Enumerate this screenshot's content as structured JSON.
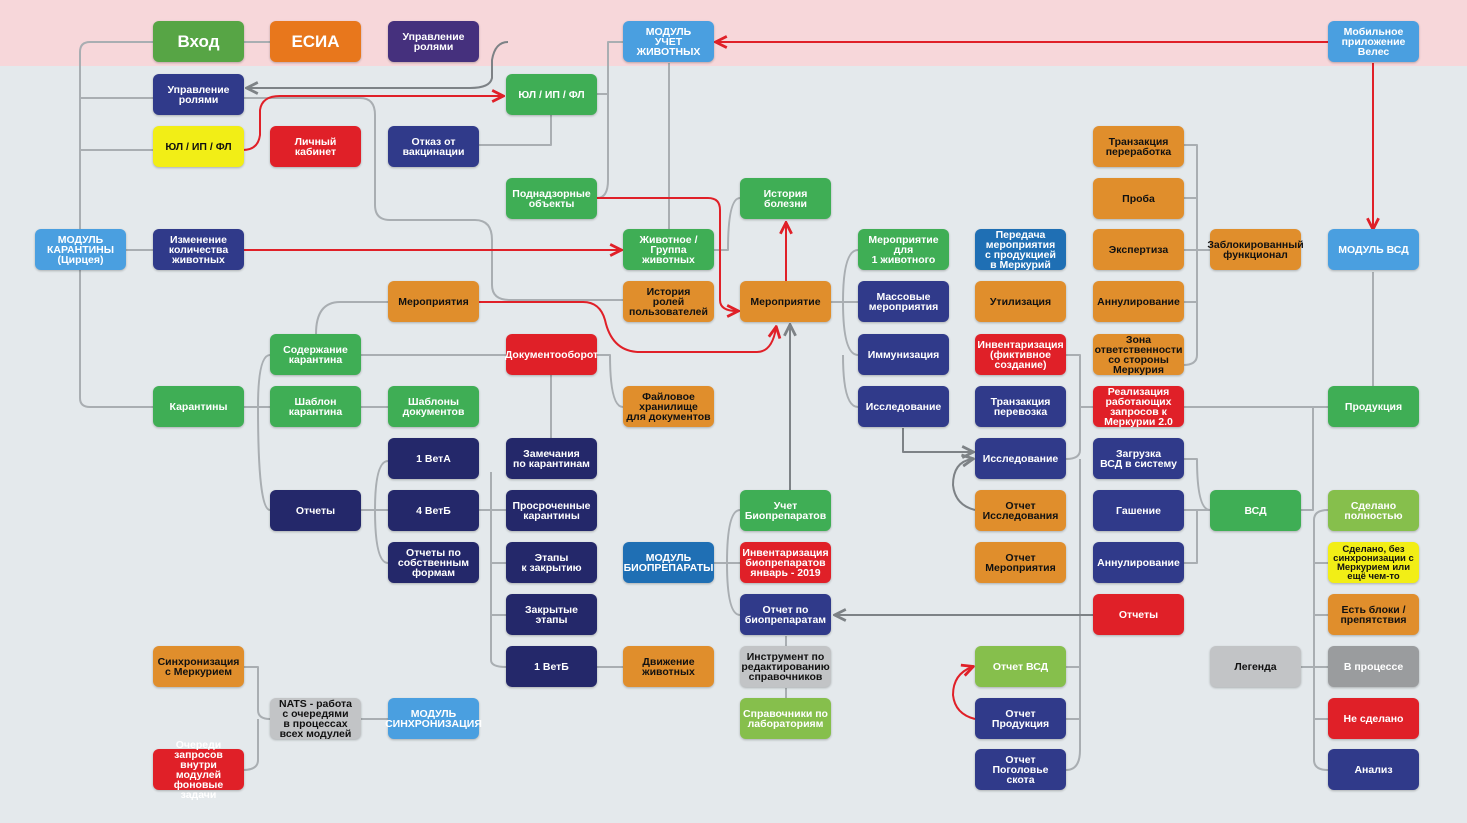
{
  "colors": {
    "green": "#3fae55",
    "orange": "#e08e2c",
    "navy": "#303a8a",
    "blue": "#4a9fe0",
    "dark_navy": "#24286a",
    "mid_blue": "#1f6fb4",
    "red": "#e02028",
    "yellow": "#f2ee16",
    "light_green": "#86bf4c",
    "gray": "#9a9c9e",
    "light_gray": "#c2c4c6",
    "lead_green": "#57a545",
    "purple": "#45307d",
    "edge_gray": "#a9aeb2",
    "edge_red": "#e02028"
  },
  "nodes": {
    "vhod": "Вход",
    "esia": "ЕСИА",
    "upravlenie_rolyami_top": "Управление\nролями",
    "modul_uchet_zhivotnyh": "МОДУЛЬ\nУЧЕТ\nЖИВОТНЫХ",
    "mobilnoe_prilozhenie": "Мобильное\nприложение\nВелес",
    "upravlenie_rolyami": "Управление\nролями",
    "yul_ip_fl_green": "ЮЛ / ИП / ФЛ",
    "yul_ip_fl_yellow": "ЮЛ / ИП / ФЛ",
    "lichny_kabinet": "Личный кабинет",
    "otkaz_ot_vakcinacii": "Отказ от\nвакцинации",
    "podnadzornye_obekty": "Поднадзорные\nобъекты",
    "istoriya_bolezni": "История\nболезни",
    "tranzakciya_pererabotka": "Транзакция\nпереработка",
    "proba": "Проба",
    "modul_karantiny": "МОДУЛЬ\nКАРАНТИНЫ\n(Цирцея)",
    "izmenenie_kolichestva": "Изменение\nколичества\nживотных",
    "zhivotnoe_gruppa": "Животное /\nГруппа\nживотных",
    "meropriyatie_dlya_1": "Мероприятие\nдля\n1 животного",
    "peredacha_meropriyatiya": "Передача\nмероприятия\nс продукцией\nв Меркурий",
    "ekspertiza": "Экспертиза",
    "zablokirovanny_funkcional": "Заблокированный\nфункционал",
    "modul_vsd": "МОДУЛЬ ВСД",
    "meropriyatiya": "Мероприятия",
    "istoriya_roley": "История\nролей\nпользователей",
    "meropriyatie": "Мероприятие",
    "massovye_meropriyatiya": "Массовые\nмероприятия",
    "utilizaciya": "Утилизация",
    "annulirovanie_top": "Аннулирование",
    "soderzhanie_karantina": "Содержание\nкарантина",
    "dokumentooborot": "Документооборот",
    "immunizaciya": "Иммунизация",
    "inventarizaciya_fiktivnoe": "Инвентаризация\n(фиктивное\nсоздание)",
    "zona_otvetstvennosti": "Зона\nответственности\nсо стороны\nМеркурия",
    "karantiny": "Карантины",
    "shablon_karantina": "Шаблон\nкарантина",
    "shablony_dokumentov": "Шаблоны\nдокументов",
    "faylovoe_hranilische": "Файловое\nхранилище\nдля документов",
    "issledovanie_left": "Исследование",
    "tranzakciya_perevozka": "Транзакция\nперевозка",
    "realizaciya_zaprosov": "Реализация\nработающих\nзапросов к\nМеркурии 2.0",
    "produkciya": "Продукция",
    "vet_1a": "1 ВетА",
    "zamechaniya_po_karantinam": "Замечания\nпо карантинам",
    "issledovanie_right": "Исследование",
    "zagruzka_vsd": "Загрузка\nВСД в систему",
    "otchety_left": "Отчеты",
    "vet_4b": "4 ВетБ",
    "prosrochennye_karantiny": "Просроченные\nкарантины",
    "uchet_biopreparatov": "Учет\nБиопрепаратов",
    "otchet_issledovaniya": "Отчет\nИсследования",
    "gashenie": "Гашение",
    "vsd": "ВСД",
    "sdelano_polnostyu": "Сделано\nполностью",
    "otchety_po_formam": "Отчеты по\nсобственным\nформам",
    "etapy_k_zakrytiyu": "Этапы\nк закрытию",
    "modul_biopreparaty": "МОДУЛЬ\nБИОПРЕПАРАТЫ",
    "inventarizaciya_biopreparatov": "Инвентаризация\nбиопрепаратов\nянварь - 2019",
    "otchet_meropriyatiya": "Отчет\nМероприятия",
    "annulirovanie_bottom": "Аннулирование",
    "sdelano_bez_sinhronizacii": "Сделано, без\nсинхронизации с\nМеркурием или\nещё чем-то",
    "zakrytye_etapy": "Закрытые\nэтапы",
    "otchet_po_biopreparatam": "Отчет по\nбиопрепаратам",
    "otchety_right": "Отчеты",
    "est_bloki": "Есть блоки /\nпрепятствия",
    "sinhronizaciya_s_merkuriem": "Синхронизация\nс Меркурием",
    "vet_1b": "1 ВетБ",
    "dvizhenie_zhivotnyh": "Движение\nживотных",
    "instrument_redaktirovaniya": "Инструмент по\nредактированию\nсправочников",
    "otchet_vsd": "Отчет ВСД",
    "legenda": "Легенда",
    "v_processe": "В процессе",
    "nats": "NATS - работа\nс очередями\nв процессах\nвсех модулей",
    "modul_sinhronizacii": "МОДУЛЬ\nСИНХРОНИЗАЦИЯ",
    "spravochniki_po_laboratoriyam": "Справочники по\nлабораториям",
    "otchet_produkcii": "Отчет\nПродукция",
    "ne_sdelano": "Не сделано",
    "ocheredi_zaprosov": "Очереди\nзапросов внутри\nмодулей\nфоновые задачи",
    "otchet_pogolovye": "Отчет\nПоголовье\nскота",
    "analiz": "Анализ"
  }
}
